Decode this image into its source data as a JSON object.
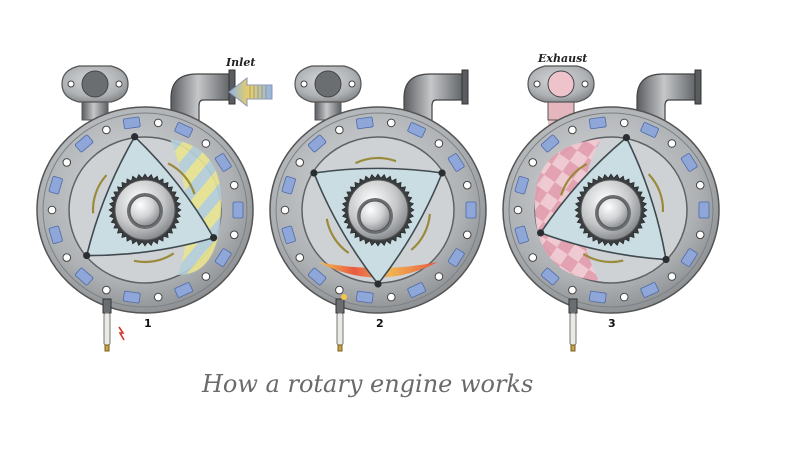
{
  "labels": {
    "inlet": "Inlet",
    "exhaust": "Exhaust"
  },
  "stages": [
    {
      "number": "1",
      "phase": "intake"
    },
    {
      "number": "2",
      "phase": "compression-ignition"
    },
    {
      "number": "3",
      "phase": "exhaust"
    }
  ],
  "caption": "How a rotary engine works",
  "colors": {
    "housing": "#a9acaf",
    "coolant": "#8fa6d8",
    "intake_charge": "#e7e28a",
    "intake_charge_alt": "#9fc6e6",
    "combustion": "#e8573d",
    "exhaust_gas": "#e7a7b4",
    "inlet_arrow": "#f0d05a",
    "inlet_arrow_alt": "#8fb4e6"
  }
}
